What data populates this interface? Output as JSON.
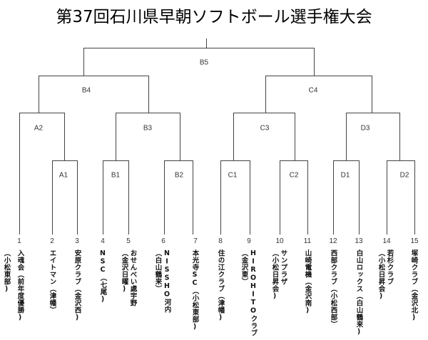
{
  "title": "第37回石川県早朝ソフトボール選手権大会",
  "colors": {
    "line": "#444444",
    "text": "#111111",
    "label": "#333333",
    "background": "#ffffff"
  },
  "rounds": {
    "B5": "B5",
    "B4": "B4",
    "C4": "C4",
    "A2": "A2",
    "B3": "B3",
    "C3": "C3",
    "D3": "D3",
    "A1": "A1",
    "B1": "B1",
    "B2": "B2",
    "C1": "C1",
    "C2": "C2",
    "D1": "D1",
    "D2": "D2"
  },
  "teams": [
    {
      "no": "1",
      "name": "入魂会（前年度優勝)",
      "affiliation": "（小松東部)"
    },
    {
      "no": "2",
      "name": "エイトマン（津幡）",
      "affiliation": ""
    },
    {
      "no": "3",
      "name": "安原クラブ（金沢西)",
      "affiliation": ""
    },
    {
      "no": "4",
      "name": "NSC（七尾)",
      "affiliation": ""
    },
    {
      "no": "5",
      "name": "おせんべい處宇野",
      "affiliation": "（金沢日曜)"
    },
    {
      "no": "6",
      "name": "NISSHO河内",
      "affiliation": "（白山鶴来）"
    },
    {
      "no": "7",
      "name": "本光寺SC（小松東部)",
      "affiliation": ""
    },
    {
      "no": "8",
      "name": "住の江クラブ（津幡)",
      "affiliation": ""
    },
    {
      "no": "9",
      "name": "HIROHITOクラブ",
      "affiliation": "（金沢東）"
    },
    {
      "no": "10",
      "name": "サンプラザ",
      "affiliation": "（小松日昇会)"
    },
    {
      "no": "11",
      "name": "山崎電機（金沢南)",
      "affiliation": ""
    },
    {
      "no": "12",
      "name": "西部クラブ（小松西部）",
      "affiliation": ""
    },
    {
      "no": "13",
      "name": "白山ロックス（白山鶴来)",
      "affiliation": ""
    },
    {
      "no": "14",
      "name": "若杉クラブ",
      "affiliation": "（小松日昇会)"
    },
    {
      "no": "15",
      "name": "塚崎クラブ（金沢北)",
      "affiliation": ""
    }
  ]
}
